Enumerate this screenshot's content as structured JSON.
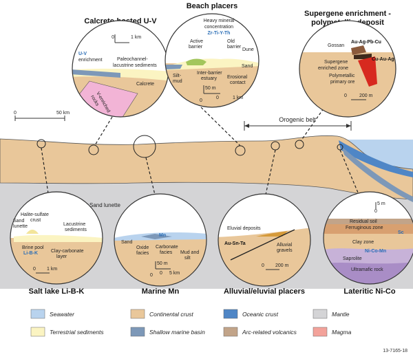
{
  "circles": {
    "calcrete": {
      "title": "Calcrete-hosted U-V",
      "labels": [
        "U-V",
        "enrichment",
        "Paleochannel-",
        "lacustrine sediments",
        "Calcrete",
        "V-enriched",
        "rocks"
      ],
      "scale": [
        "0",
        "1 km"
      ]
    },
    "beach": {
      "title": "Beach placers",
      "labels": [
        "Heavy mineral",
        "concentration",
        "Zr-Ti-Y-Th",
        "Active",
        "barrier",
        "Old",
        "barrier",
        "Dune",
        "Silt-",
        "mud",
        "Sand",
        "Inter-barrier",
        "estuary",
        "Erosional",
        "contact"
      ],
      "scale": [
        "50 m",
        "0",
        "0",
        "1 km"
      ]
    },
    "supergene": {
      "title": "Supergene enrichment -",
      "title2": "polymetallic deposit",
      "labels": [
        "Gossan",
        "Au-Ag-Pb-Cu",
        "Cu-Au-Ag",
        "Supergene",
        "enriched zone",
        "Polymetallic",
        "primary ore"
      ],
      "scale": [
        "0",
        "200 m"
      ]
    },
    "saltlake": {
      "title": "Salt lake Li-B-K",
      "labels": [
        "Halite-sulfate",
        "crust",
        "Sand",
        "lunette",
        "Lacustrine",
        "sediments",
        "Brine pool",
        "Li-B-K",
        "Clay-carbonate",
        "layer"
      ],
      "scale": [
        "0",
        "1 km"
      ]
    },
    "marine": {
      "title": "Marine Mn",
      "labels": [
        "Mn",
        "Sand",
        "Oxide",
        "facies",
        "Carbonate",
        "facies",
        "Mud and",
        "silt"
      ],
      "scale": [
        "50 m",
        "0",
        "0",
        "5 km"
      ]
    },
    "alluvial": {
      "title": "Alluvial/eluvial placers",
      "labels": [
        "Eluvial deposits",
        "Au-Sn-Ta",
        "Alluvial",
        "gravels"
      ],
      "scale": [
        "0",
        "200 m"
      ]
    },
    "lateritic": {
      "title": "Lateritic Ni-Co",
      "labels": [
        "Residual soil",
        "Ferruginous zone",
        "Sc",
        "Clay zone",
        "Ni-Co-Mn",
        "Saprolite",
        "Ultramafic rock"
      ],
      "scale": [
        "0",
        "5 m"
      ]
    }
  },
  "main": {
    "scale": [
      "0",
      "50 km"
    ],
    "orogenic_belt": "Orogenic belt",
    "sand_lunette": "Sand lunette"
  },
  "legend": [
    {
      "label": "Seawater",
      "color": "#b9d3ee"
    },
    {
      "label": "Continental crust",
      "color": "#e9c79a"
    },
    {
      "label": "Oceanic crust",
      "color": "#4f86c6"
    },
    {
      "label": "Mantle",
      "color": "#d4d4d6"
    },
    {
      "label": "Terrestrial sediments",
      "color": "#fbf4c2"
    },
    {
      "label": "Shallow marine basin",
      "color": "#7d98b8"
    },
    {
      "label": "Arc-related volcanics",
      "color": "#c2a489"
    },
    {
      "label": "Magma",
      "color": "#f3a29a"
    }
  ],
  "figure_id": "13-7165-18",
  "colors": {
    "crust": "#e9c79a",
    "mantle": "#d4d4d6",
    "sediment": "#fbf4c2",
    "blue_text": "#2a6db5"
  }
}
